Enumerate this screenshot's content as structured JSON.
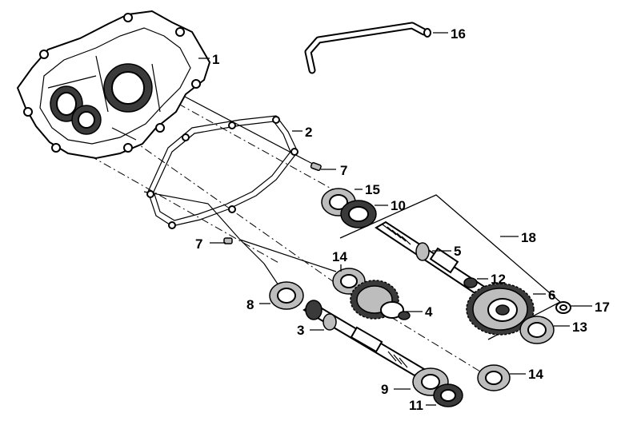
{
  "callouts": {
    "c1": "1",
    "c2": "2",
    "c3": "3",
    "c4": "4",
    "c5": "5",
    "c6": "6",
    "c7a": "7",
    "c7b": "7",
    "c8": "8",
    "c9": "9",
    "c10": "10",
    "c11": "11",
    "c12": "12",
    "c13": "13",
    "c14a": "14",
    "c14b": "14",
    "c15": "15",
    "c16": "16",
    "c17": "17",
    "c18": "18"
  }
}
